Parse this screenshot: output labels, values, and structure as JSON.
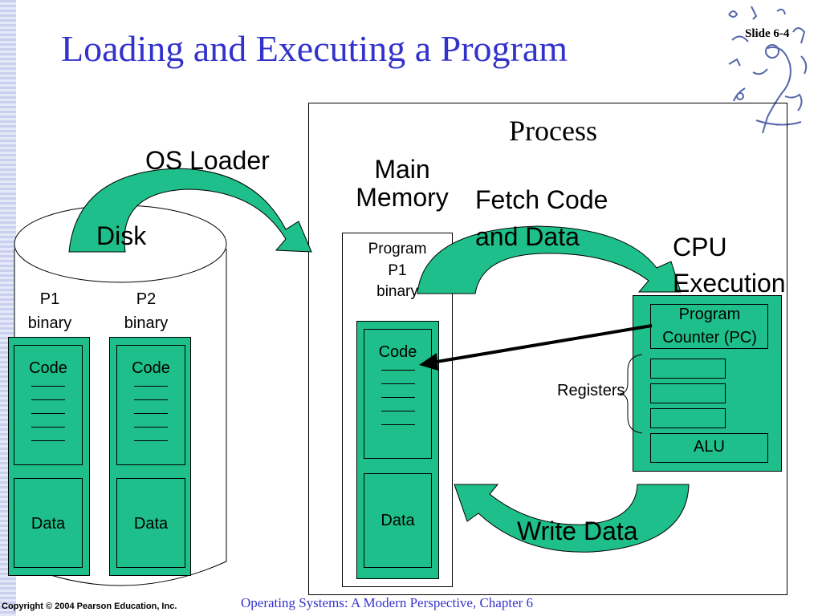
{
  "slide": {
    "title": "Loading and Executing a Program",
    "number": "Slide 6-4",
    "footer_copyright": "Copyright © 2004 Pearson Education, Inc.",
    "footer_course": "Operating Systems: A Modern Perspective, Chapter 6"
  },
  "diagram": {
    "os_loader": "OS Loader",
    "disk": {
      "label": "Disk",
      "p1": {
        "line1": "P1",
        "line2": "binary",
        "code": "Code",
        "data": "Data"
      },
      "p2": {
        "line1": "P2",
        "line2": "binary",
        "code": "Code",
        "data": "Data"
      }
    },
    "process": {
      "label": "Process",
      "main_memory": {
        "line1": "Main",
        "line2": "Memory"
      },
      "program": {
        "line1": "Program",
        "line2": "P1",
        "line3": "binary",
        "code": "Code",
        "data": "Data"
      },
      "fetch": {
        "line1": "Fetch Code",
        "line2": "and Data"
      },
      "cpu": {
        "line1": "CPU",
        "line2": "Execution"
      },
      "pc": {
        "line1": "Program",
        "line2": "Counter (PC)"
      },
      "registers": "Registers",
      "alu": "ALU",
      "write": "Write Data"
    }
  },
  "colors": {
    "green": "#1ebf8a",
    "title_blue": "#3333cc"
  }
}
